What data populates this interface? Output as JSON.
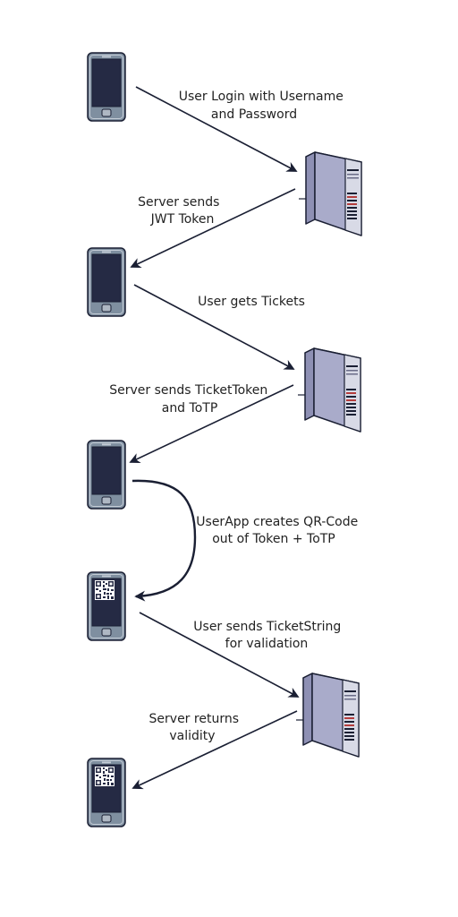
{
  "labels": {
    "login": [
      "User Login with Username",
      "and Password"
    ],
    "jwt": [
      "Server sends",
      "JWT Token"
    ],
    "tickets": [
      "User gets Tickets"
    ],
    "ticket_token": [
      "Server sends TicketToken",
      "and ToTP"
    ],
    "qr": [
      "UserApp creates QR-Code",
      "out of Token + ToTP"
    ],
    "ticket_string": [
      "User sends TicketString",
      "for validation"
    ],
    "validity": [
      "Server returns",
      "validity"
    ]
  },
  "colors": {
    "arrow": "#1a1f33",
    "phone_body": "#7f8fa0",
    "phone_screen": "#252a44",
    "server_front": "#a9abca",
    "server_side": "#d8dae6",
    "server_top": "#c6c8dc",
    "outline": "#1a1f33"
  },
  "icons": {
    "phone": "smartphone-icon",
    "phone_qr": "smartphone-qr-code-icon",
    "server": "server-tower-icon"
  }
}
